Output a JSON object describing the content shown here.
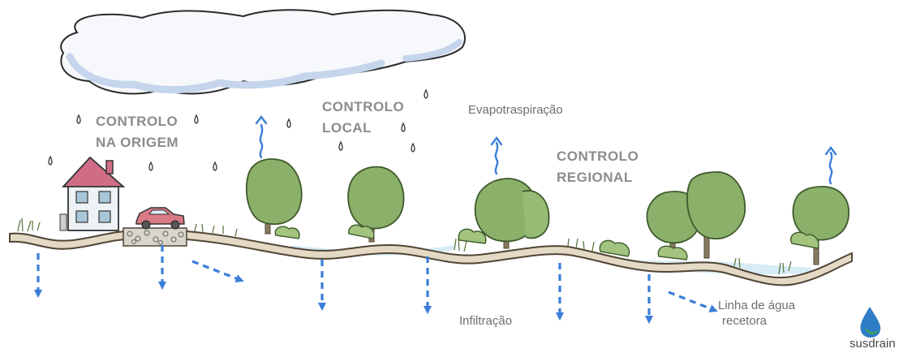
{
  "labels": {
    "source_control": [
      "CONTROLO",
      "NA ORIGEM"
    ],
    "local_control": [
      "CONTROLO",
      "LOCAL"
    ],
    "regional_control": [
      "CONTROLO",
      "REGIONAL"
    ],
    "evapotranspiration": "Evapotraspiração",
    "infiltration": "Infiltração",
    "receiving_watercourse": [
      "Linha de água",
      "recetora"
    ]
  },
  "logo": {
    "text": "susdrain",
    "icon": "water-drop-logo-icon"
  },
  "colors": {
    "arrow": "#3a7ed8",
    "tree_fill": "#8bb06a",
    "tree_outline": "#3f5a2c",
    "cloud_fill": "#f6f8fb",
    "cloud_edge": "#c5d5ec",
    "ground": "#5a5040",
    "water": "#d8ecf6",
    "house_roof": "#cf6d86",
    "car": "#d97a86"
  }
}
